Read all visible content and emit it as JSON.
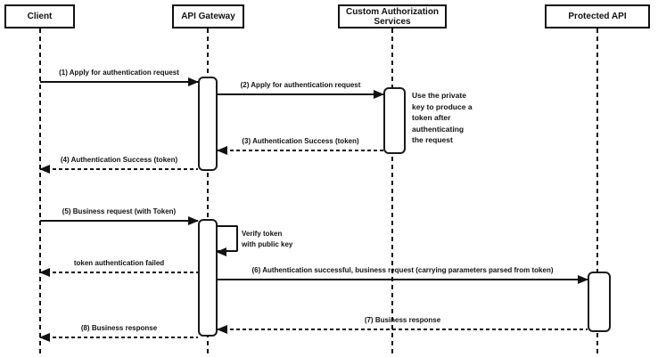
{
  "diagram": {
    "type": "uml-sequence",
    "colors": {
      "line": "#111111",
      "background": "#ffffff",
      "shape_fill": "#ffffff"
    }
  },
  "actors": [
    {
      "name": "Client"
    },
    {
      "name": "API Gateway"
    },
    {
      "name": "Custom Authorization\nServices"
    },
    {
      "name": "Protected API"
    }
  ],
  "messages": [
    {
      "label": "(1) Apply for authentication request",
      "from": "Client",
      "to": "API Gateway",
      "style": "solid"
    },
    {
      "label": "(2) Apply for authentication request",
      "from": "API Gateway",
      "to": "Custom Authorization Services",
      "style": "solid"
    },
    {
      "label": "(3) Authentication Success (token)",
      "from": "Custom Authorization Services",
      "to": "API Gateway",
      "style": "dashed"
    },
    {
      "label": "(4) Authentication Success (token)",
      "from": "API Gateway",
      "to": "Client",
      "style": "dashed"
    },
    {
      "label": "(5) Business request (with Token)",
      "from": "Client",
      "to": "API Gateway",
      "style": "solid"
    },
    {
      "label": "Verify token\nwith public key",
      "from": "API Gateway",
      "to": "API Gateway",
      "style": "self"
    },
    {
      "label": "token authentication failed",
      "from": "API Gateway",
      "to": "Client",
      "style": "dashed"
    },
    {
      "label": "(6) Authentication successful, business request (carrying parameters parsed from token)",
      "from": "API Gateway",
      "to": "Protected API",
      "style": "solid"
    },
    {
      "label": "(7) Business response",
      "from": "Protected API",
      "to": "API Gateway",
      "style": "dashed"
    },
    {
      "label": "(8) Business response",
      "from": "API Gateway",
      "to": "Client",
      "style": "dashed"
    }
  ],
  "notes": [
    {
      "text": "Use the private\nkey to produce a\ntoken after\nauthenticating\nthe request",
      "attached_to": "Custom Authorization Services"
    }
  ]
}
